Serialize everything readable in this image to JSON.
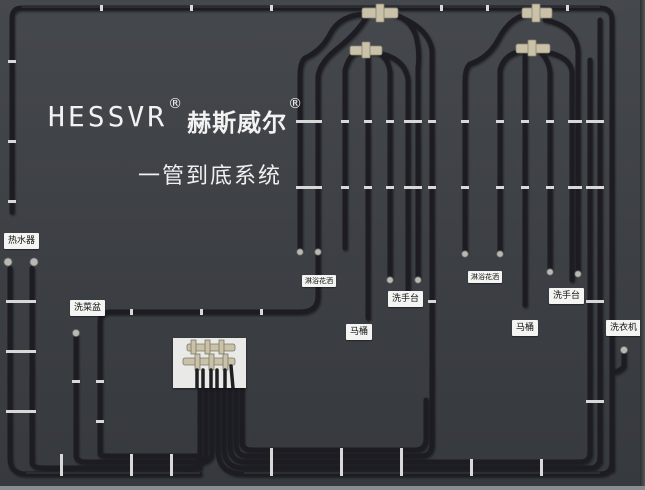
{
  "brand": {
    "latin": "HESSVR",
    "registered_mark": "®",
    "chinese": "赫斯威尔",
    "registered_mark_2": "®"
  },
  "subtitle": "一管到底系统",
  "labels": {
    "water_heater": "热水器",
    "kitchen_sink": "洗菜盆",
    "shower_left": "淋浴花洒",
    "toilet_left": "马桶",
    "wash_basin_left": "洗手台",
    "shower_right": "淋浴花洒",
    "toilet_right": "马桶",
    "wash_basin_right": "洗手台",
    "washing_machine": "洗衣机"
  },
  "colors": {
    "board": "#3c3f44",
    "pipe": "#1d1f22",
    "pipe_highlight": "#4a4d52",
    "clip": "#d8d8d8",
    "brass": "#c9c2a8",
    "label_bg": "#f4f4f2",
    "text_light": "#f2f2f2"
  }
}
